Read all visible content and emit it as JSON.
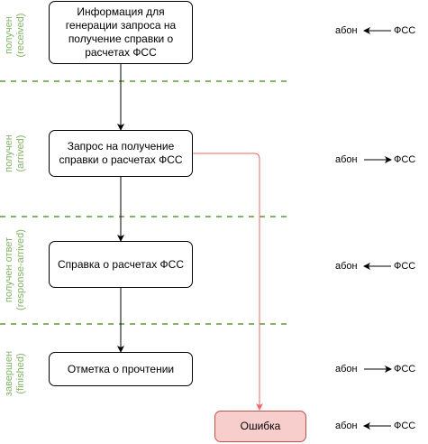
{
  "stages": [
    {
      "status": "получен",
      "code": "(received)"
    },
    {
      "status": "получен",
      "code": "(arrived)"
    },
    {
      "status": "получен ответ",
      "code": "(response-arrived)"
    },
    {
      "status": "завершен",
      "code": "(finished)"
    }
  ],
  "steps": [
    {
      "label": "Информация для генерации запроса на получение справки о расчетах ФСС"
    },
    {
      "label": "Запрос на получение справки о расчетах ФСС"
    },
    {
      "label": "Справка о расчетах ФСС"
    },
    {
      "label": "Отметка о прочтении"
    }
  ],
  "error": {
    "label": "Ошибка"
  },
  "directions": [
    {
      "left": "абон",
      "right": "ФСС",
      "arrow": "right-to-left"
    },
    {
      "left": "абон",
      "right": "ФСС",
      "arrow": "left-to-right"
    },
    {
      "left": "абон",
      "right": "ФСС",
      "arrow": "right-to-left"
    },
    {
      "left": "абон",
      "right": "ФСС",
      "arrow": "left-to-right"
    },
    {
      "left": "абон",
      "right": "ФСС",
      "arrow": "right-to-left"
    }
  ],
  "colors": {
    "stage_label": "#82b366",
    "separator": "#82b366",
    "error_fill": "#f8cecc",
    "error_border": "#b85450",
    "error_edge": "#ea6b66"
  }
}
